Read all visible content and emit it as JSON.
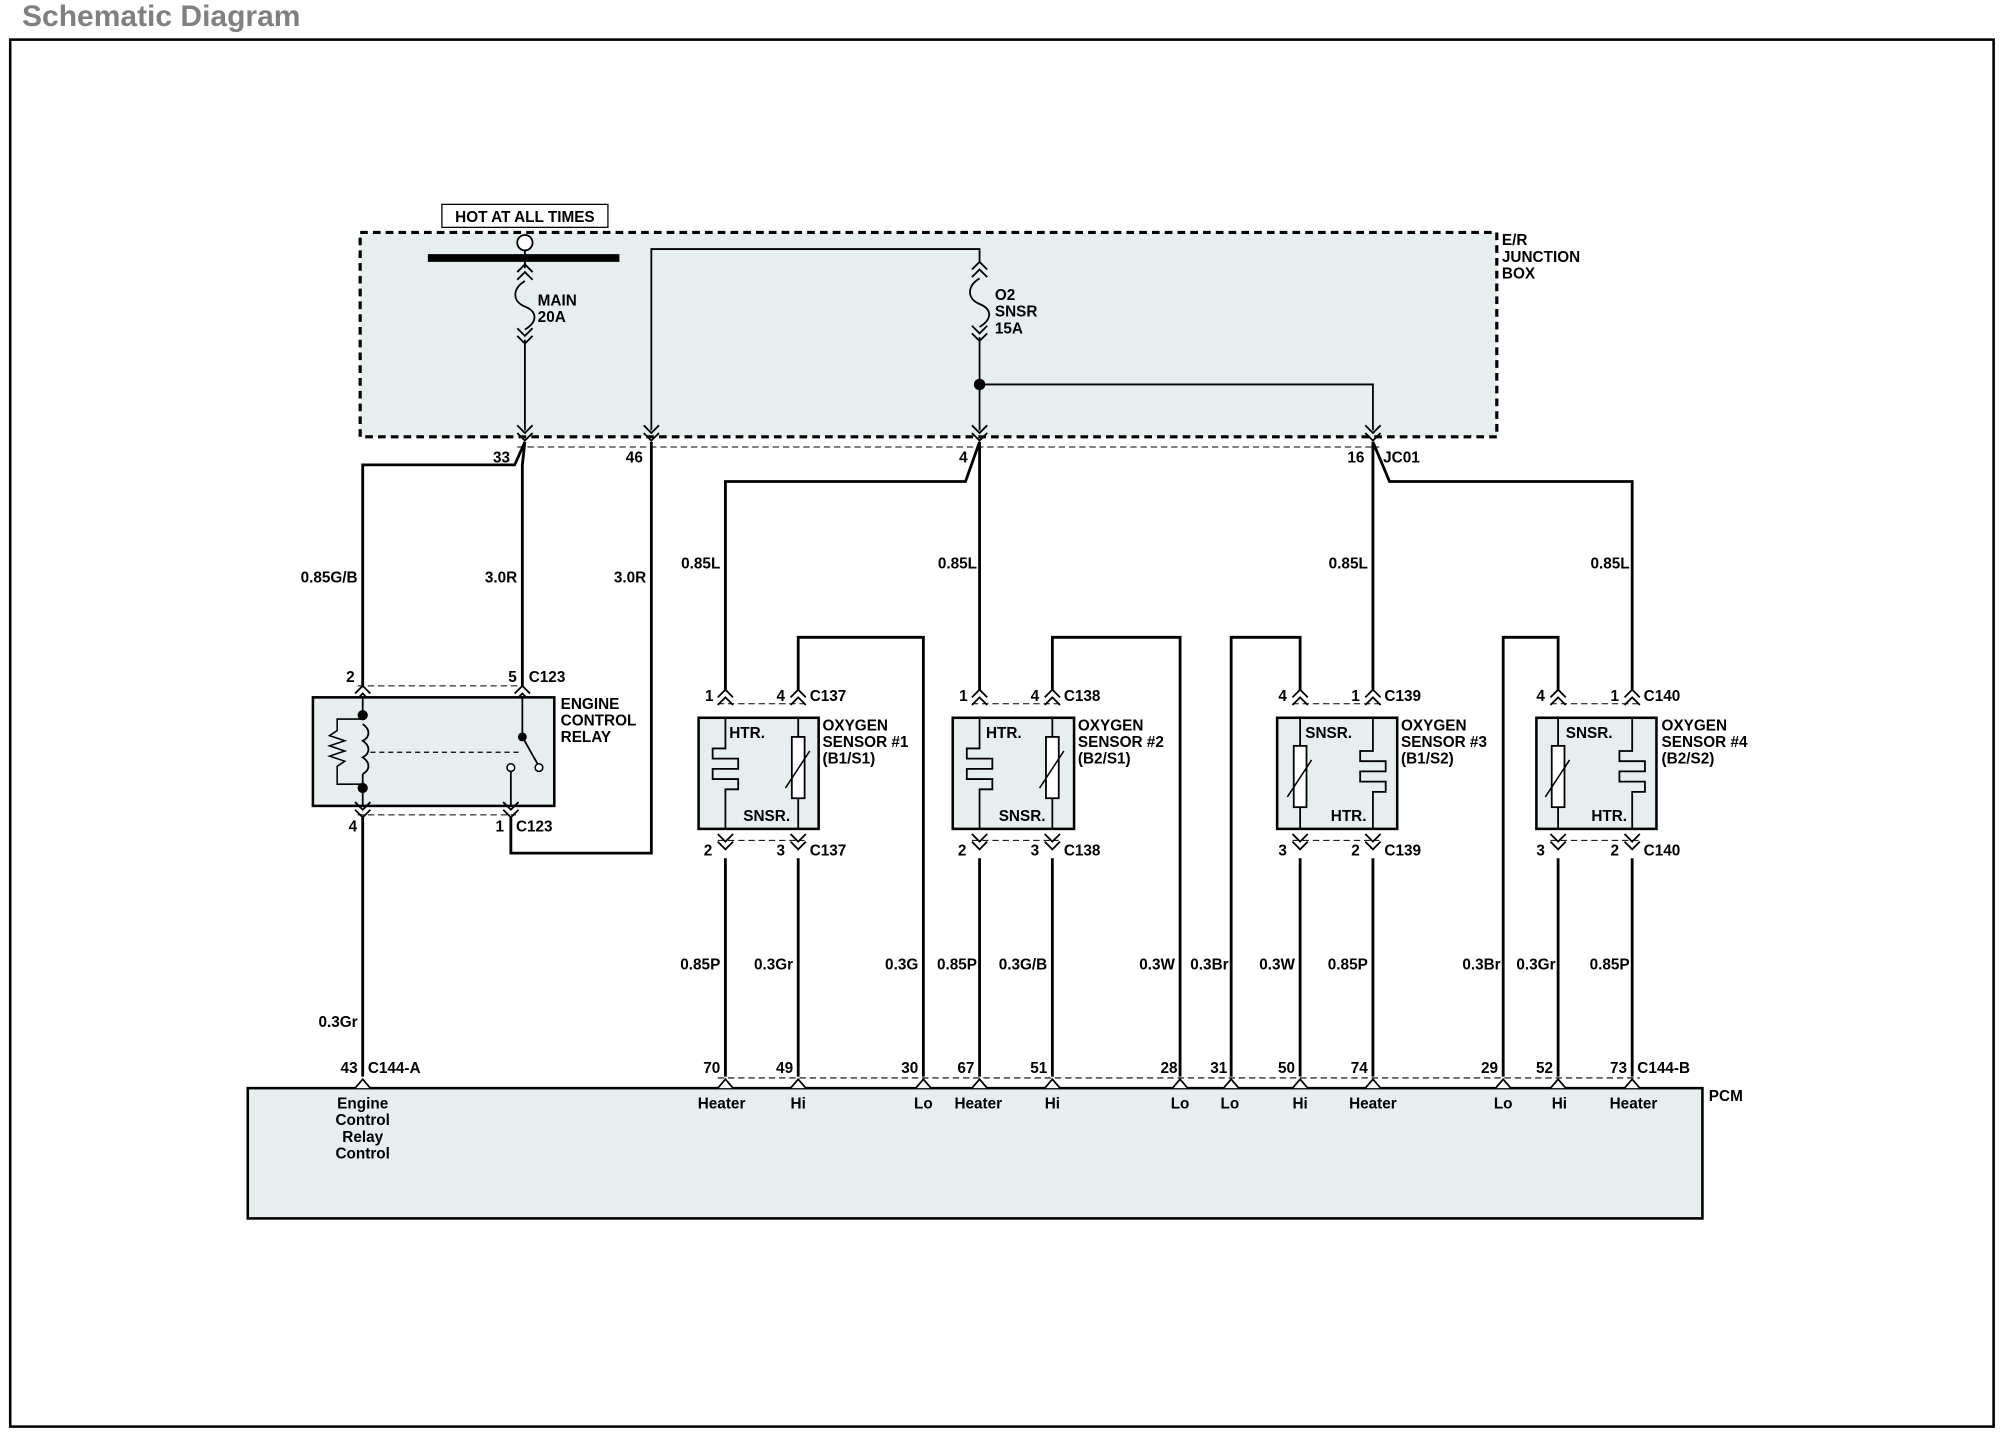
{
  "title": "Schematic Diagram",
  "colors": {
    "box_fill": "#e6eef0",
    "wire": "#000000",
    "title": "#808080"
  },
  "power": {
    "label": "HOT AT ALL TIMES"
  },
  "junction_box": {
    "name": [
      "E/R",
      "JUNCTION",
      "BOX"
    ]
  },
  "fuses": {
    "main": [
      "MAIN",
      "20A"
    ],
    "o2": [
      "O2",
      "SNSR",
      "15A"
    ]
  },
  "jb_pins": {
    "p33": "33",
    "p46": "46",
    "p4": "4",
    "p16": "16",
    "jc01": "JC01"
  },
  "wire_labels": {
    "relay_pin2": "0.85G/B",
    "relay_pin5": "3.0R",
    "jb46": "3.0R",
    "s1_feed": "0.85L",
    "s2_feed": "0.85L",
    "s3_feed": "0.85L",
    "s4_feed": "0.85L",
    "s1_heater": "0.85P",
    "s1_hi": "0.3Gr",
    "s1_lo": "0.3G",
    "s2_heater": "0.85P",
    "s2_hi": "0.3G/B",
    "s2_lo": "0.3W",
    "s3_lo": "0.3Br",
    "s3_hi": "0.3W",
    "s3_heater": "0.85P",
    "s4_lo": "0.3Br",
    "s4_hi": "0.3Gr",
    "s4_heater": "0.85P",
    "relay_ctrl": "0.3Gr"
  },
  "relay": {
    "name": [
      "ENGINE",
      "CONTROL",
      "RELAY"
    ],
    "connector": "C123",
    "pins": {
      "p2": "2",
      "p5": "5",
      "p4": "4",
      "p1": "1"
    }
  },
  "sensors": [
    {
      "name": [
        "OXYGEN",
        "SENSOR #1"
      ],
      "pos": "(B1/S1)",
      "connector": "C137",
      "top_label": "HTR.",
      "bottom_label": "SNSR.",
      "pins": [
        "1",
        "4",
        "2",
        "3"
      ]
    },
    {
      "name": [
        "OXYGEN",
        "SENSOR #2"
      ],
      "pos": "(B2/S1)",
      "connector": "C138",
      "top_label": "HTR.",
      "bottom_label": "SNSR.",
      "pins": [
        "1",
        "4",
        "2",
        "3"
      ]
    },
    {
      "name": [
        "OXYGEN",
        "SENSOR #3"
      ],
      "pos": "(B1/S2)",
      "connector": "C139",
      "top_label": "SNSR.",
      "bottom_label": "HTR.",
      "pins": [
        "4",
        "1",
        "3",
        "2"
      ]
    },
    {
      "name": [
        "OXYGEN",
        "SENSOR #4"
      ],
      "pos": "(B2/S2)",
      "connector": "C140",
      "top_label": "SNSR.",
      "bottom_label": "HTR.",
      "pins": [
        "4",
        "1",
        "3",
        "2"
      ]
    }
  ],
  "pcm": {
    "name": "PCM",
    "connector_a": "C144-A",
    "connector_b": "C144-B",
    "relay_pin": "43",
    "relay_func": [
      "Engine",
      "Control",
      "Relay",
      "Control"
    ],
    "pins": [
      {
        "num": "70",
        "func": "Heater"
      },
      {
        "num": "49",
        "func": "Hi"
      },
      {
        "num": "30",
        "func": "Lo"
      },
      {
        "num": "67",
        "func": "Heater"
      },
      {
        "num": "51",
        "func": "Hi"
      },
      {
        "num": "28",
        "func": "Lo"
      },
      {
        "num": "31",
        "func": "Lo"
      },
      {
        "num": "50",
        "func": "Hi"
      },
      {
        "num": "74",
        "func": "Heater"
      },
      {
        "num": "29",
        "func": "Lo"
      },
      {
        "num": "52",
        "func": "Hi"
      },
      {
        "num": "73",
        "func": "Heater"
      }
    ]
  }
}
